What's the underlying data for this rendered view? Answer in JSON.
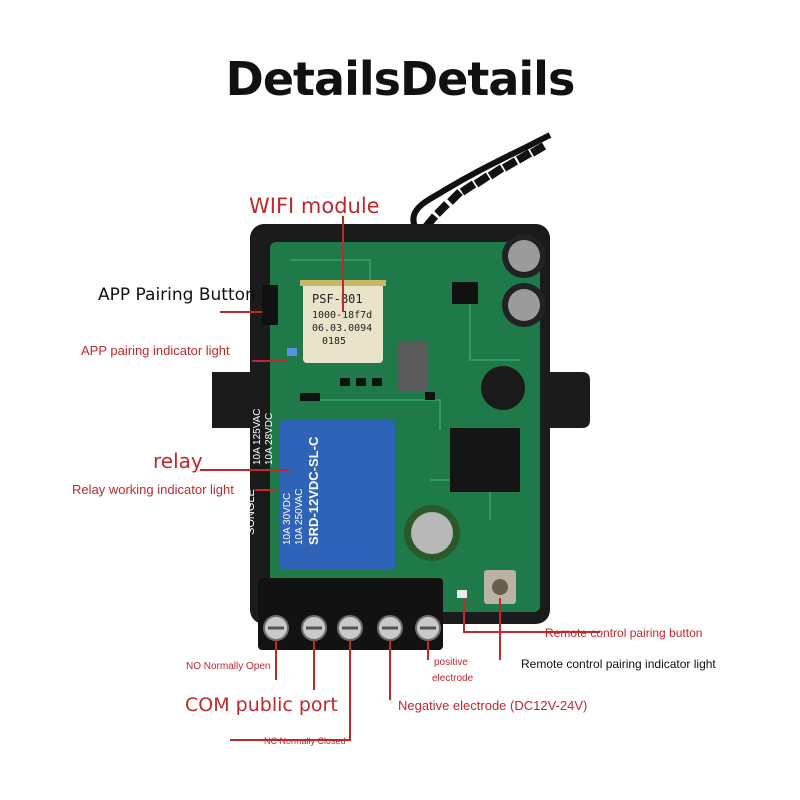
{
  "title": "DetailsDetails",
  "module_print": {
    "line1": "PSF-B01",
    "line2": "1000-18f7d",
    "line3": "06.03.0094",
    "line4": "0185"
  },
  "relay_print": {
    "brand": "SONGLE",
    "model": "SRD-12VDC-SL-C",
    "rating_ac": "10A 250VAC",
    "rating_dc": "10A 30VDC",
    "rating_ac2": "10A 125VAC",
    "rating_dc2": "10A 28VDC",
    "pins": "5"
  },
  "labels": {
    "wifi_module": "WIFI module",
    "app_pairing_button": "APP Pairing Button",
    "app_pairing_light": "APP pairing indicator light",
    "relay": "relay",
    "relay_light": "Relay working indicator light",
    "remote_button": "Remote control pairing button",
    "remote_light": "Remote control pairing indicator light",
    "no_port": "NO Normally Open",
    "positive": "positive",
    "electrode": "electrode",
    "com_port": "COM public port",
    "negative": "Negative electrode (DC12V-24V)",
    "nc_port": "NC Normally Closed"
  },
  "colors": {
    "label_red": "#c0282c",
    "pcb_green": "#1f7a4a",
    "enclosure": "#1b1b1b",
    "relay_blue": "#2f63b8"
  }
}
